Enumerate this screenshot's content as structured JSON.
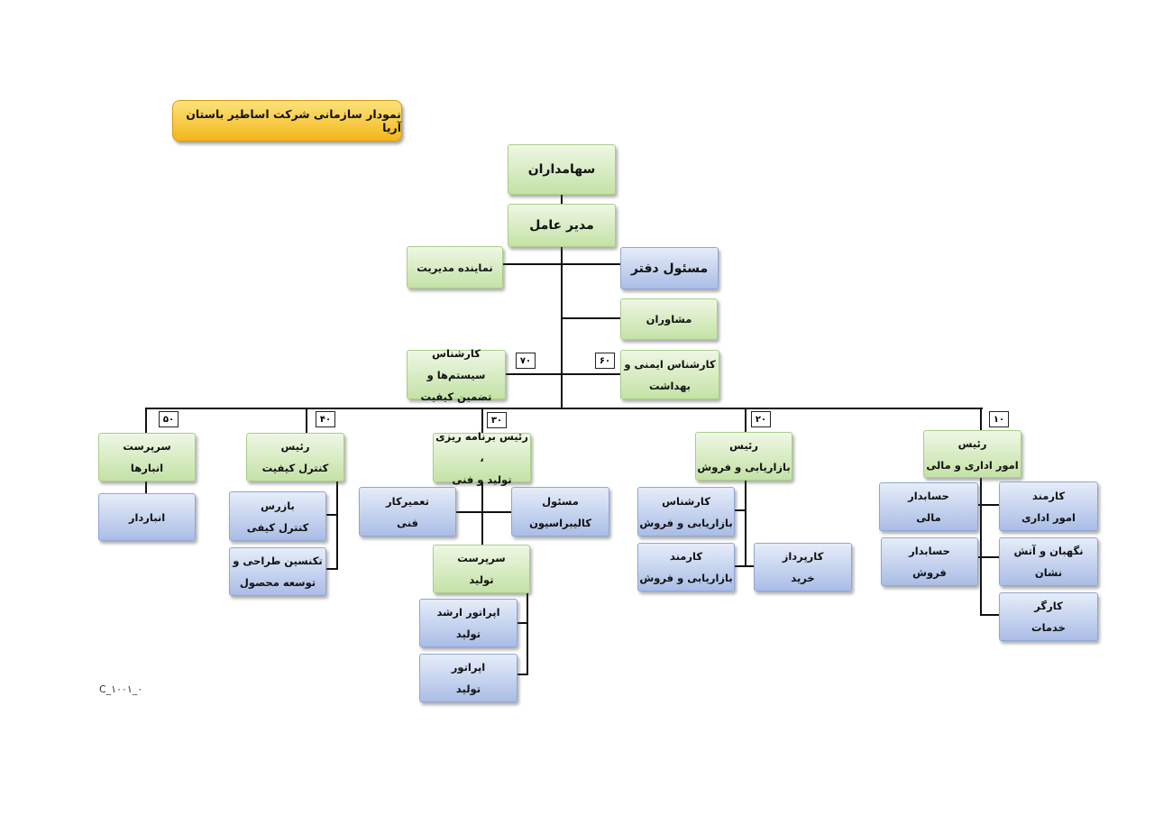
{
  "title": "نمودار سازمانی شرکت اساطیر باستان آریا",
  "top": {
    "shareholders": "سهامداران",
    "ceo": "مدیر عامل",
    "mgmt_rep": "نماینده مدیریت",
    "office_manager": "مسئول دفتر",
    "advisors": "مشاوران",
    "systems_expert": "کارشناس سیستم‌ها و\nتضمین کیفیت",
    "safety_expert": "کارشناس ایمنی و\nبهداشت"
  },
  "badges": {
    "b70": "۷۰",
    "b60": "۶۰",
    "b50": "۵۰",
    "b40": "۴۰",
    "b30": "۳۰",
    "b20": "۲۰",
    "b10": "۱۰"
  },
  "warehouse": {
    "head": "سرپرست\nانبارها",
    "keeper": "انباردار"
  },
  "quality": {
    "head": "رئیس\nکنترل کیفیت",
    "inspector": "بازرس\nکنترل کیفی",
    "technician": "تکنسین طراحی و\nتوسعه محصول"
  },
  "production": {
    "head": "رئیس برنامه ریزی ،\nتولید و فنی",
    "repairman": "تعمیرکار\nفنی",
    "calibration": "مسئول\nکالیبراسیون",
    "supervisor": "سرپرست\nتولید",
    "senior_operator": "اپراتور ارشد\nتولید",
    "operator": "اپراتور\nتولید"
  },
  "marketing": {
    "head": "رئیس\nبازاریابی و فروش",
    "expert": "کارشناس\nبازاریابی و فروش",
    "clerk": "کارمند\nبازاریابی و فروش",
    "purchaser": "کارپرداز\nخرید"
  },
  "admin": {
    "head": "رئیس\nامور اداری و مالی",
    "fin_accountant": "حسابدار\nمالی",
    "admin_clerk": "کارمند\nامور اداری",
    "sales_accountant": "حسابدار\nفروش",
    "guard": "نگهبان و آتش نشان",
    "service_worker": "کارگر\nخدمات"
  },
  "footer": "C_۱۰۰۱_۰"
}
